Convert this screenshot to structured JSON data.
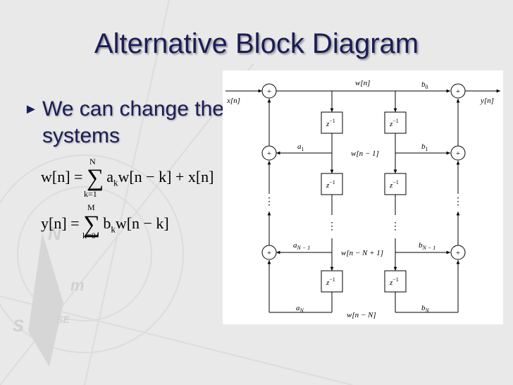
{
  "slide": {
    "title": "Alternative Block Diagram",
    "bullet": "We can change the order of the cascade LTI",
    "bullet_line2": "systems"
  },
  "equations": {
    "eq1": {
      "lhs": "w[n] = ",
      "sum_top": "N",
      "sum_bottom": "k=1",
      "body": "a",
      "sub": "k",
      "rest": "w[n − k] + x[n]"
    },
    "eq2": {
      "lhs": "y[n] = ",
      "sum_top": "M",
      "sum_bottom": "k=0",
      "body": "b",
      "sub": "k",
      "rest": "w[n − k]"
    }
  },
  "diagram": {
    "input": "x[n]",
    "output": "y[n]",
    "w0": "w[n]",
    "w1": "w[n − 1]",
    "wN1": "w[n − N + 1]",
    "wN": "w[n − N]",
    "plus": "+",
    "delay_base": "z",
    "delay_exp": "−1",
    "ellipsis": "⋮",
    "b0": "b",
    "b0_sub": "0",
    "b1": "b",
    "b1_sub": "1",
    "bN1": "b",
    "bN1_sub": "N − 1",
    "bN": "b",
    "bN_sub": "N",
    "a1": "a",
    "a1_sub": "1",
    "aN1": "a",
    "aN1_sub": "N − 1",
    "aN": "a",
    "aN_sub": "N"
  },
  "colors": {
    "title": "#1a1d57",
    "background": "#e9e9e9",
    "ink": "#000000"
  }
}
